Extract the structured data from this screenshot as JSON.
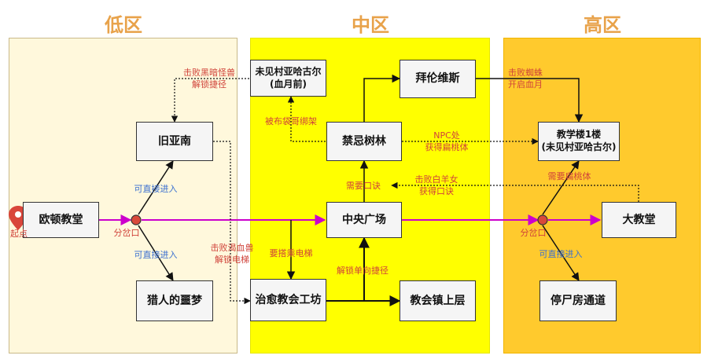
{
  "zones": {
    "low": "低区",
    "mid": "中区",
    "high": "高区"
  },
  "nodes": {
    "oudun": "欧顿教堂",
    "jiuyanan": "旧亚南",
    "lierenmengyan": "猎人的噩梦",
    "weijiancun": "未见村亚哈古尔\n(血月前)",
    "bailunweisi": "拜伦维斯",
    "jinjishulin": "禁忌树林",
    "zhongyangguangchang": "中央广场",
    "zhiyu": "治愈教会工坊",
    "jiaohuizhen": "教会镇上层",
    "jiaoxuelou": "教学楼1楼\n(未见村亚哈古尔)",
    "dajiaotang": "大教堂",
    "tingshifang": "停尸房通道"
  },
  "labels": {
    "start": "起点",
    "branch_low": "分岔口",
    "branch_high": "分岔口",
    "direct_up_low": "可直接进入",
    "direct_down_low": "可直接进入",
    "direct_down_high": "可直接进入",
    "defeat_dark_beast": "击败黑暗怪兽\n解锁捷径",
    "kidnapped": "被布袋哥绑架",
    "defeat_spider": "击败蜘蛛\n开启血月",
    "npc_amulet": "NPC处\n获得扁桃体",
    "need_amulet": "需要扁桃体",
    "need_password": "需要口诀",
    "defeat_white_goat": "击败白羊女\n获得口诀",
    "defeat_blood_beast": "击败渴血兽\n解锁电梯",
    "need_elevator": "要搭乘电梯",
    "unlock_oneway": "解锁单向捷径"
  },
  "colors": {
    "zone_low": "#fff8dc",
    "zone_mid": "#ffff00",
    "zone_high": "#ffca2d",
    "main_path": "#cc00cc",
    "branch_dot": "#d94a3a",
    "pin": "#d9463b",
    "label_red": "#d0433a",
    "label_blue": "#3a6fd0",
    "title": "#e8a24a"
  },
  "icons": {
    "start_marker": "map-pin-icon"
  }
}
